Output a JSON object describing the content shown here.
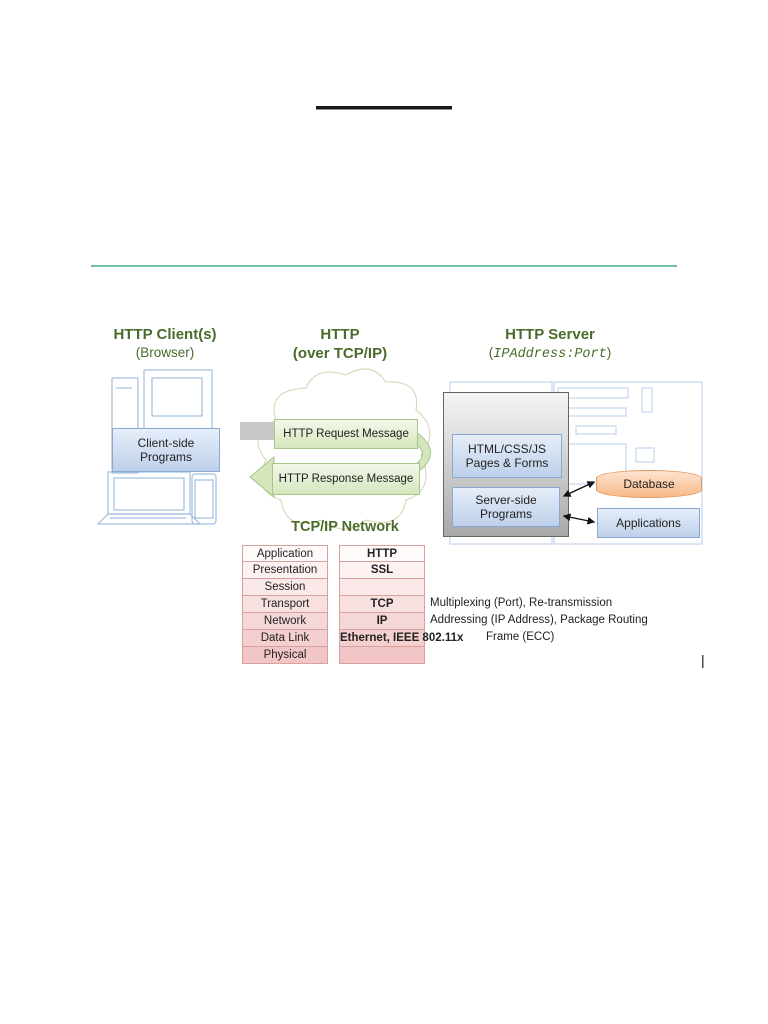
{
  "page": {
    "cursor_mark": "|"
  },
  "diagram": {
    "client": {
      "title": "HTTP Client(s)",
      "subtitle": "(Browser)",
      "programs_label_1": "Client-side",
      "programs_label_2": "Programs"
    },
    "network": {
      "title": "HTTP",
      "subtitle": "(over TCP/IP)",
      "request_label": "HTTP Request Message",
      "response_label": "HTTP Response Message",
      "network_label": "TCP/IP Network"
    },
    "server": {
      "title": "HTTP Server",
      "subtitle_open": "(",
      "subtitle_ip": "IPAddress",
      "subtitle_sep": ":",
      "subtitle_port": "Port",
      "subtitle_close": ")",
      "pages_label_1": "HTML/CSS/JS",
      "pages_label_2": "Pages & Forms",
      "programs_label_1": "Server-side",
      "programs_label_2": "Programs",
      "database_label": "Database",
      "applications_label": "Applications"
    },
    "osi_layers": [
      "Application",
      "Presentation",
      "Session",
      "Transport",
      "Network",
      "Data Link",
      "Physical"
    ],
    "protocols": [
      "HTTP",
      "SSL",
      "",
      "TCP",
      "IP",
      "Ethernet, IEEE 802.11x",
      ""
    ],
    "notes": {
      "transport": "Multiplexing (Port), Re-transmission",
      "network": "Addressing (IP Address), Package Routing",
      "datalink": "Frame (ECC)"
    },
    "colors": {
      "heading_green": "#4a6b2a",
      "rule_teal": "#6fc2ad",
      "layer_pink": "#f2c6c6",
      "database_orange": "#f7b98a"
    }
  }
}
